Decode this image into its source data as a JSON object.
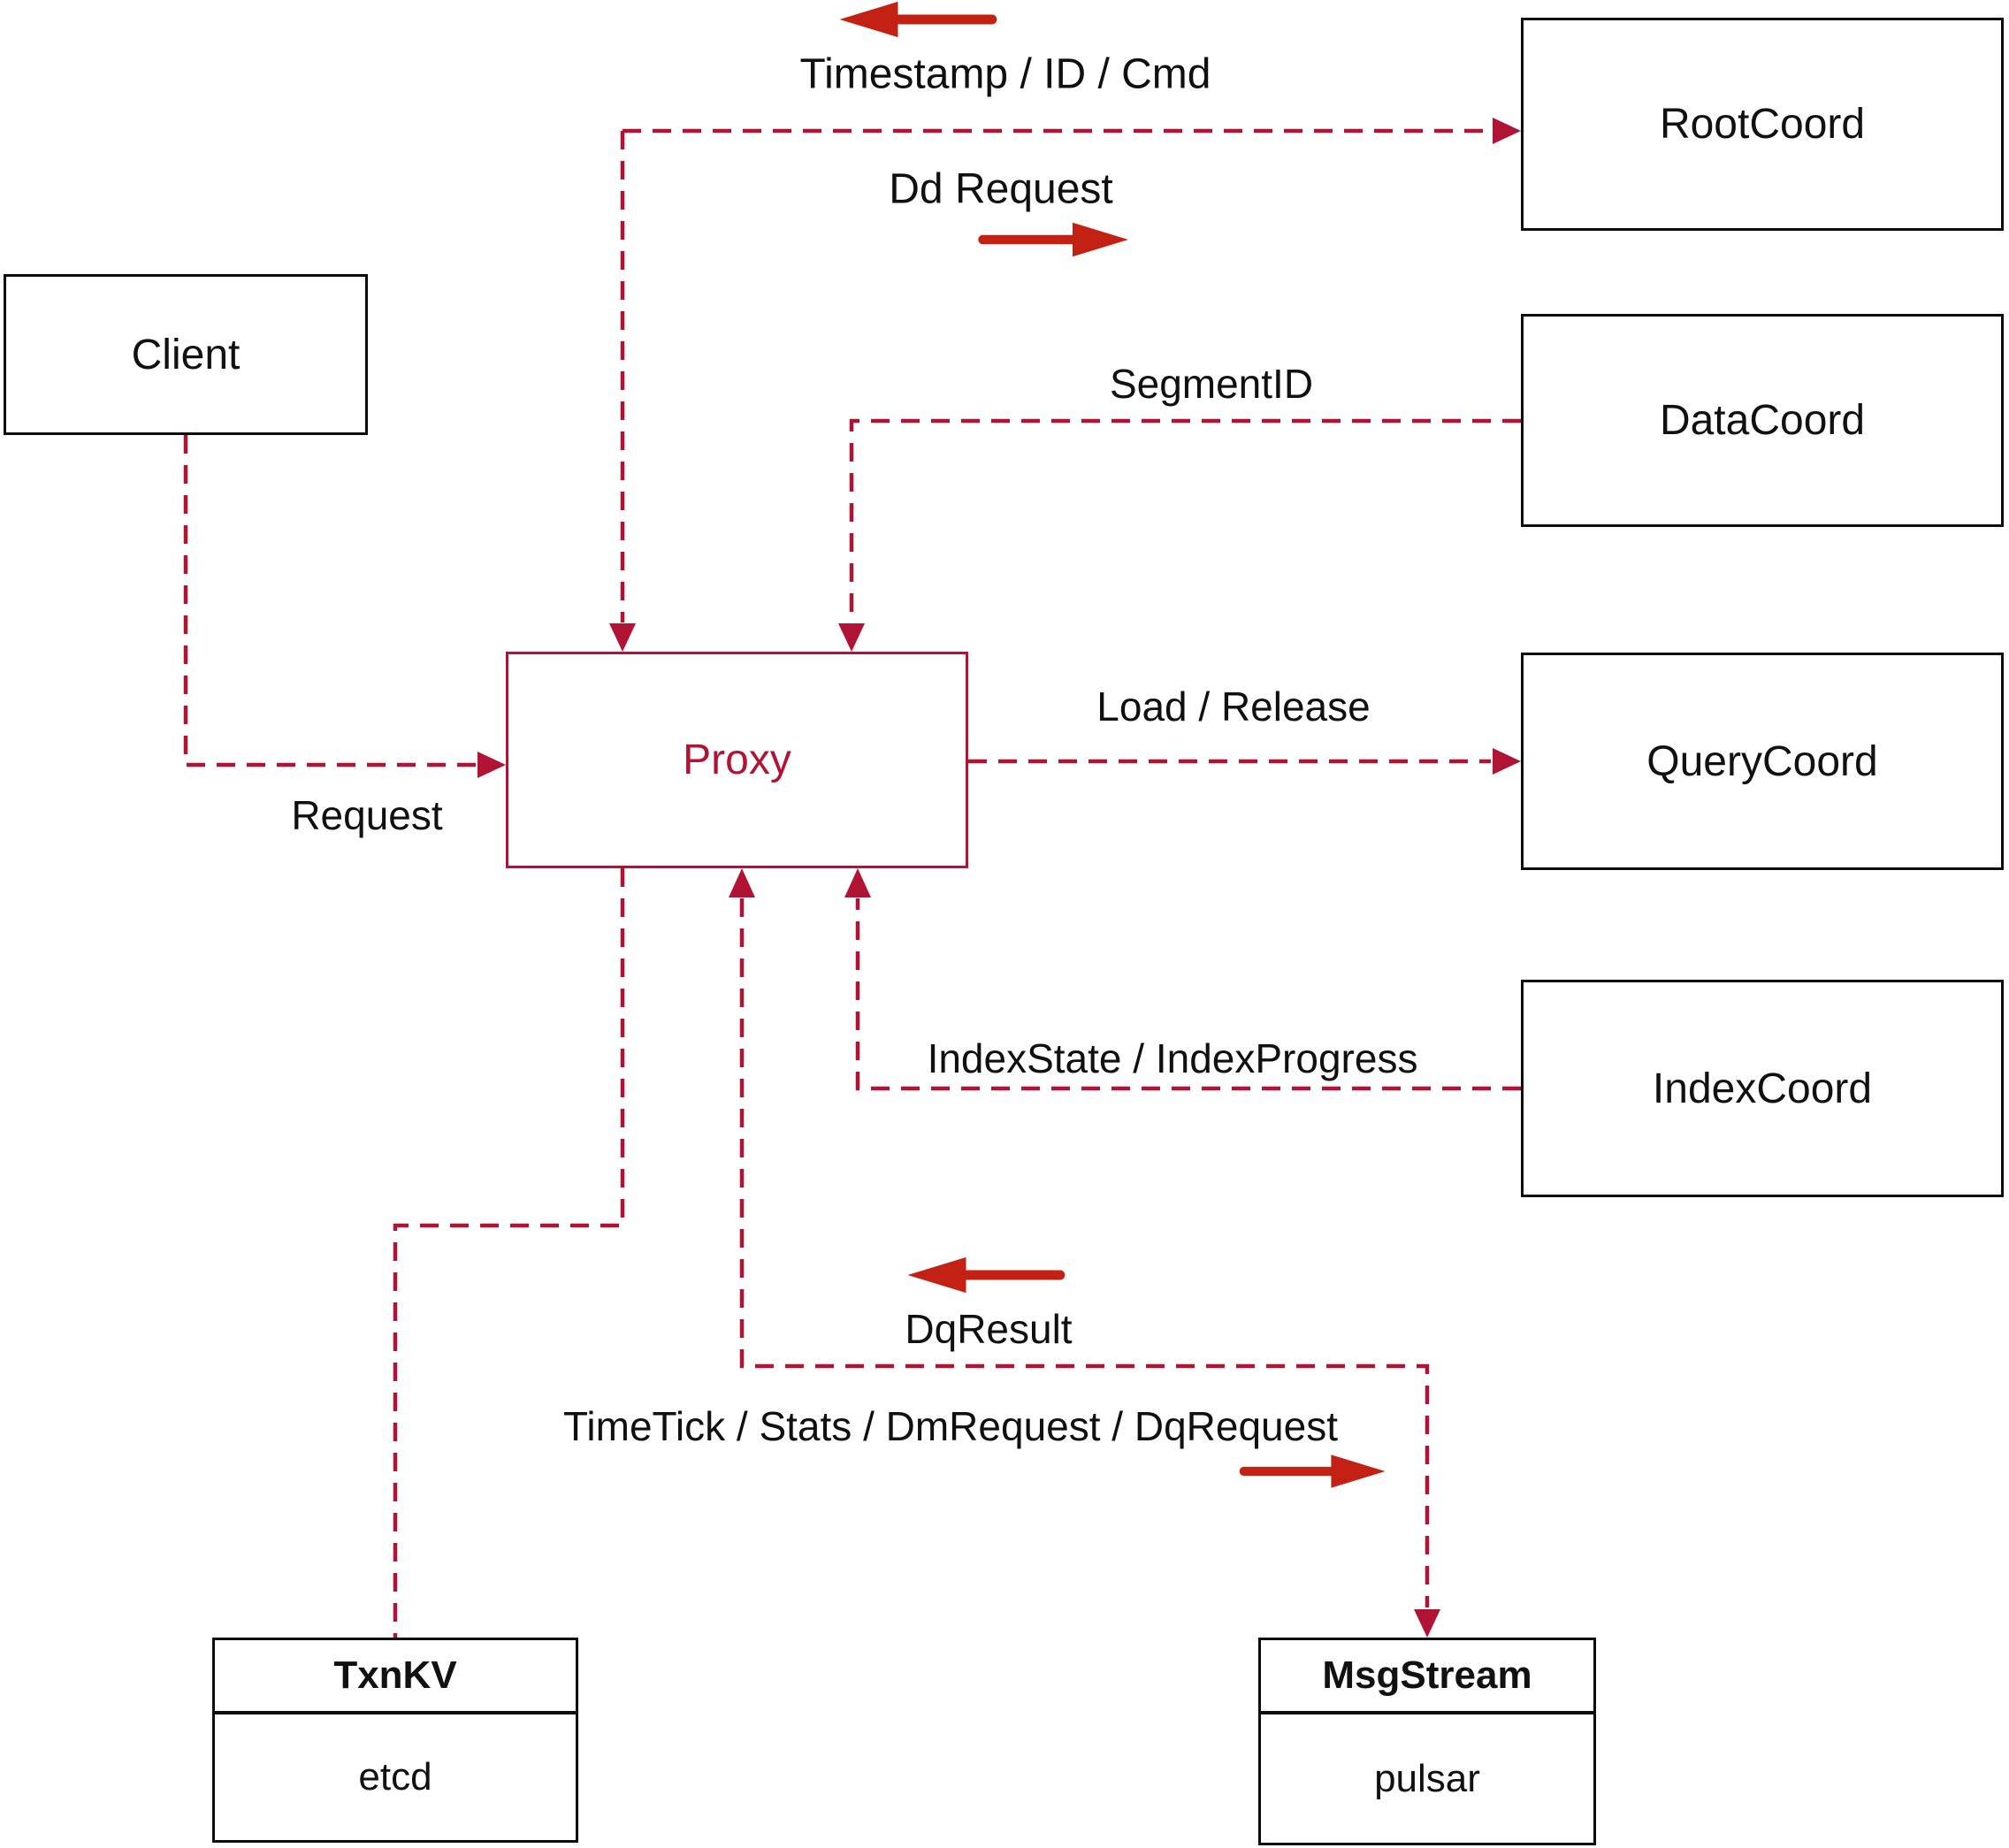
{
  "diagram": {
    "title": "Milvus proxy interaction diagram",
    "colors": {
      "connector": "#b01334",
      "arrow_glyph": "#c22113",
      "box_border": "#0c0c0c",
      "proxy_accent": "#b01334",
      "background": "#ffffff"
    }
  },
  "nodes": {
    "client": {
      "label": "Client"
    },
    "root_coord": {
      "label": "RootCoord"
    },
    "data_coord": {
      "label": "DataCoord"
    },
    "query_coord": {
      "label": "QueryCoord"
    },
    "index_coord": {
      "label": "IndexCoord"
    },
    "proxy": {
      "label": "Proxy"
    },
    "txn_kv": {
      "title": "TxnKV",
      "impl": "etcd"
    },
    "msg_stream": {
      "title": "MsgStream",
      "impl": "pulsar"
    }
  },
  "edges": {
    "request": {
      "label": "Request"
    },
    "timestamp": {
      "label": "Timestamp / ID / Cmd"
    },
    "dd_request": {
      "label": "Dd Request"
    },
    "segment_id": {
      "label": "SegmentID"
    },
    "load_release": {
      "label": "Load / Release"
    },
    "index_state": {
      "label": "IndexState / IndexProgress"
    },
    "dq_result": {
      "label": "DqResult"
    },
    "time_tick": {
      "label": "TimeTick / Stats / DmRequest / DqRequest"
    }
  }
}
